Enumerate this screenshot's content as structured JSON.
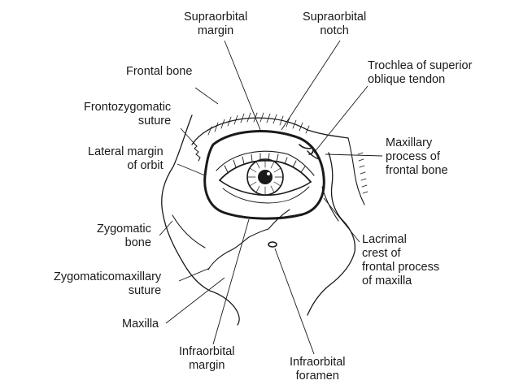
{
  "labels": {
    "supraorbital_margin": "Supraorbital\nmargin",
    "supraorbital_notch": "Supraorbital\nnotch",
    "trochlea": "Trochlea of superior\noblique tendon",
    "frontal_bone": "Frontal bone",
    "frontozygomatic_suture": "Frontozygomatic\nsuture",
    "lateral_margin": "Lateral margin\nof orbit",
    "maxillary_process": "Maxillary\nprocess of\nfrontal bone",
    "zygomatic_bone": "Zygomatic\nbone",
    "lacrimal_crest": "Lacrimal\ncrest of\nfrontal process\nof maxilla",
    "zygomaticomaxillary_suture": "Zygomaticomaxillary\nsuture",
    "maxilla": "Maxilla",
    "infraorbital_margin": "Infraorbital\nmargin",
    "infraorbital_foramen": "Infraorbital\nforamen"
  },
  "colors": {
    "ink": "#1a1a1a",
    "background": "#ffffff"
  }
}
